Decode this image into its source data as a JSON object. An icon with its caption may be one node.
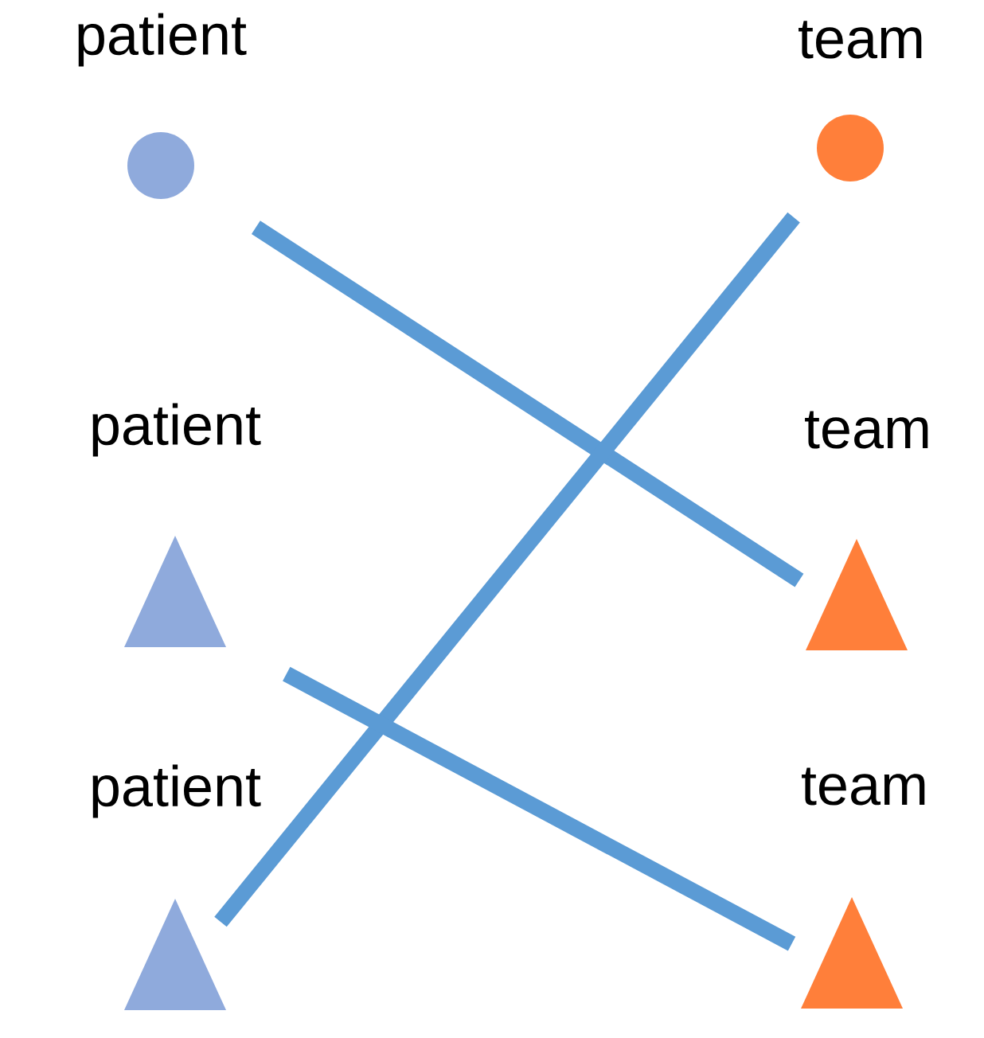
{
  "diagram": {
    "nodes": [
      {
        "text": [],
        "shape": "circle",
        "beside": [
          "patient"
        ]
      },
      {
        "text": [],
        "shape": "circle",
        "beside": [
          "team"
        ]
      },
      {
        "text": [],
        "shape": "triangle",
        "beside": [
          "patient"
        ]
      },
      {
        "text": [],
        "shape": "triangle",
        "beside": [
          "team"
        ]
      },
      {
        "text": [],
        "shape": "triangle",
        "beside": [
          "patient"
        ]
      },
      {
        "text": [],
        "shape": "triangle",
        "beside": [
          "team"
        ]
      }
    ],
    "edges": [
      {
        "from": 0,
        "to": 3,
        "arrow": "none"
      },
      {
        "from": 1,
        "to": 4,
        "arrow": "none"
      },
      {
        "from": 2,
        "to": 5,
        "arrow": "none"
      }
    ]
  }
}
